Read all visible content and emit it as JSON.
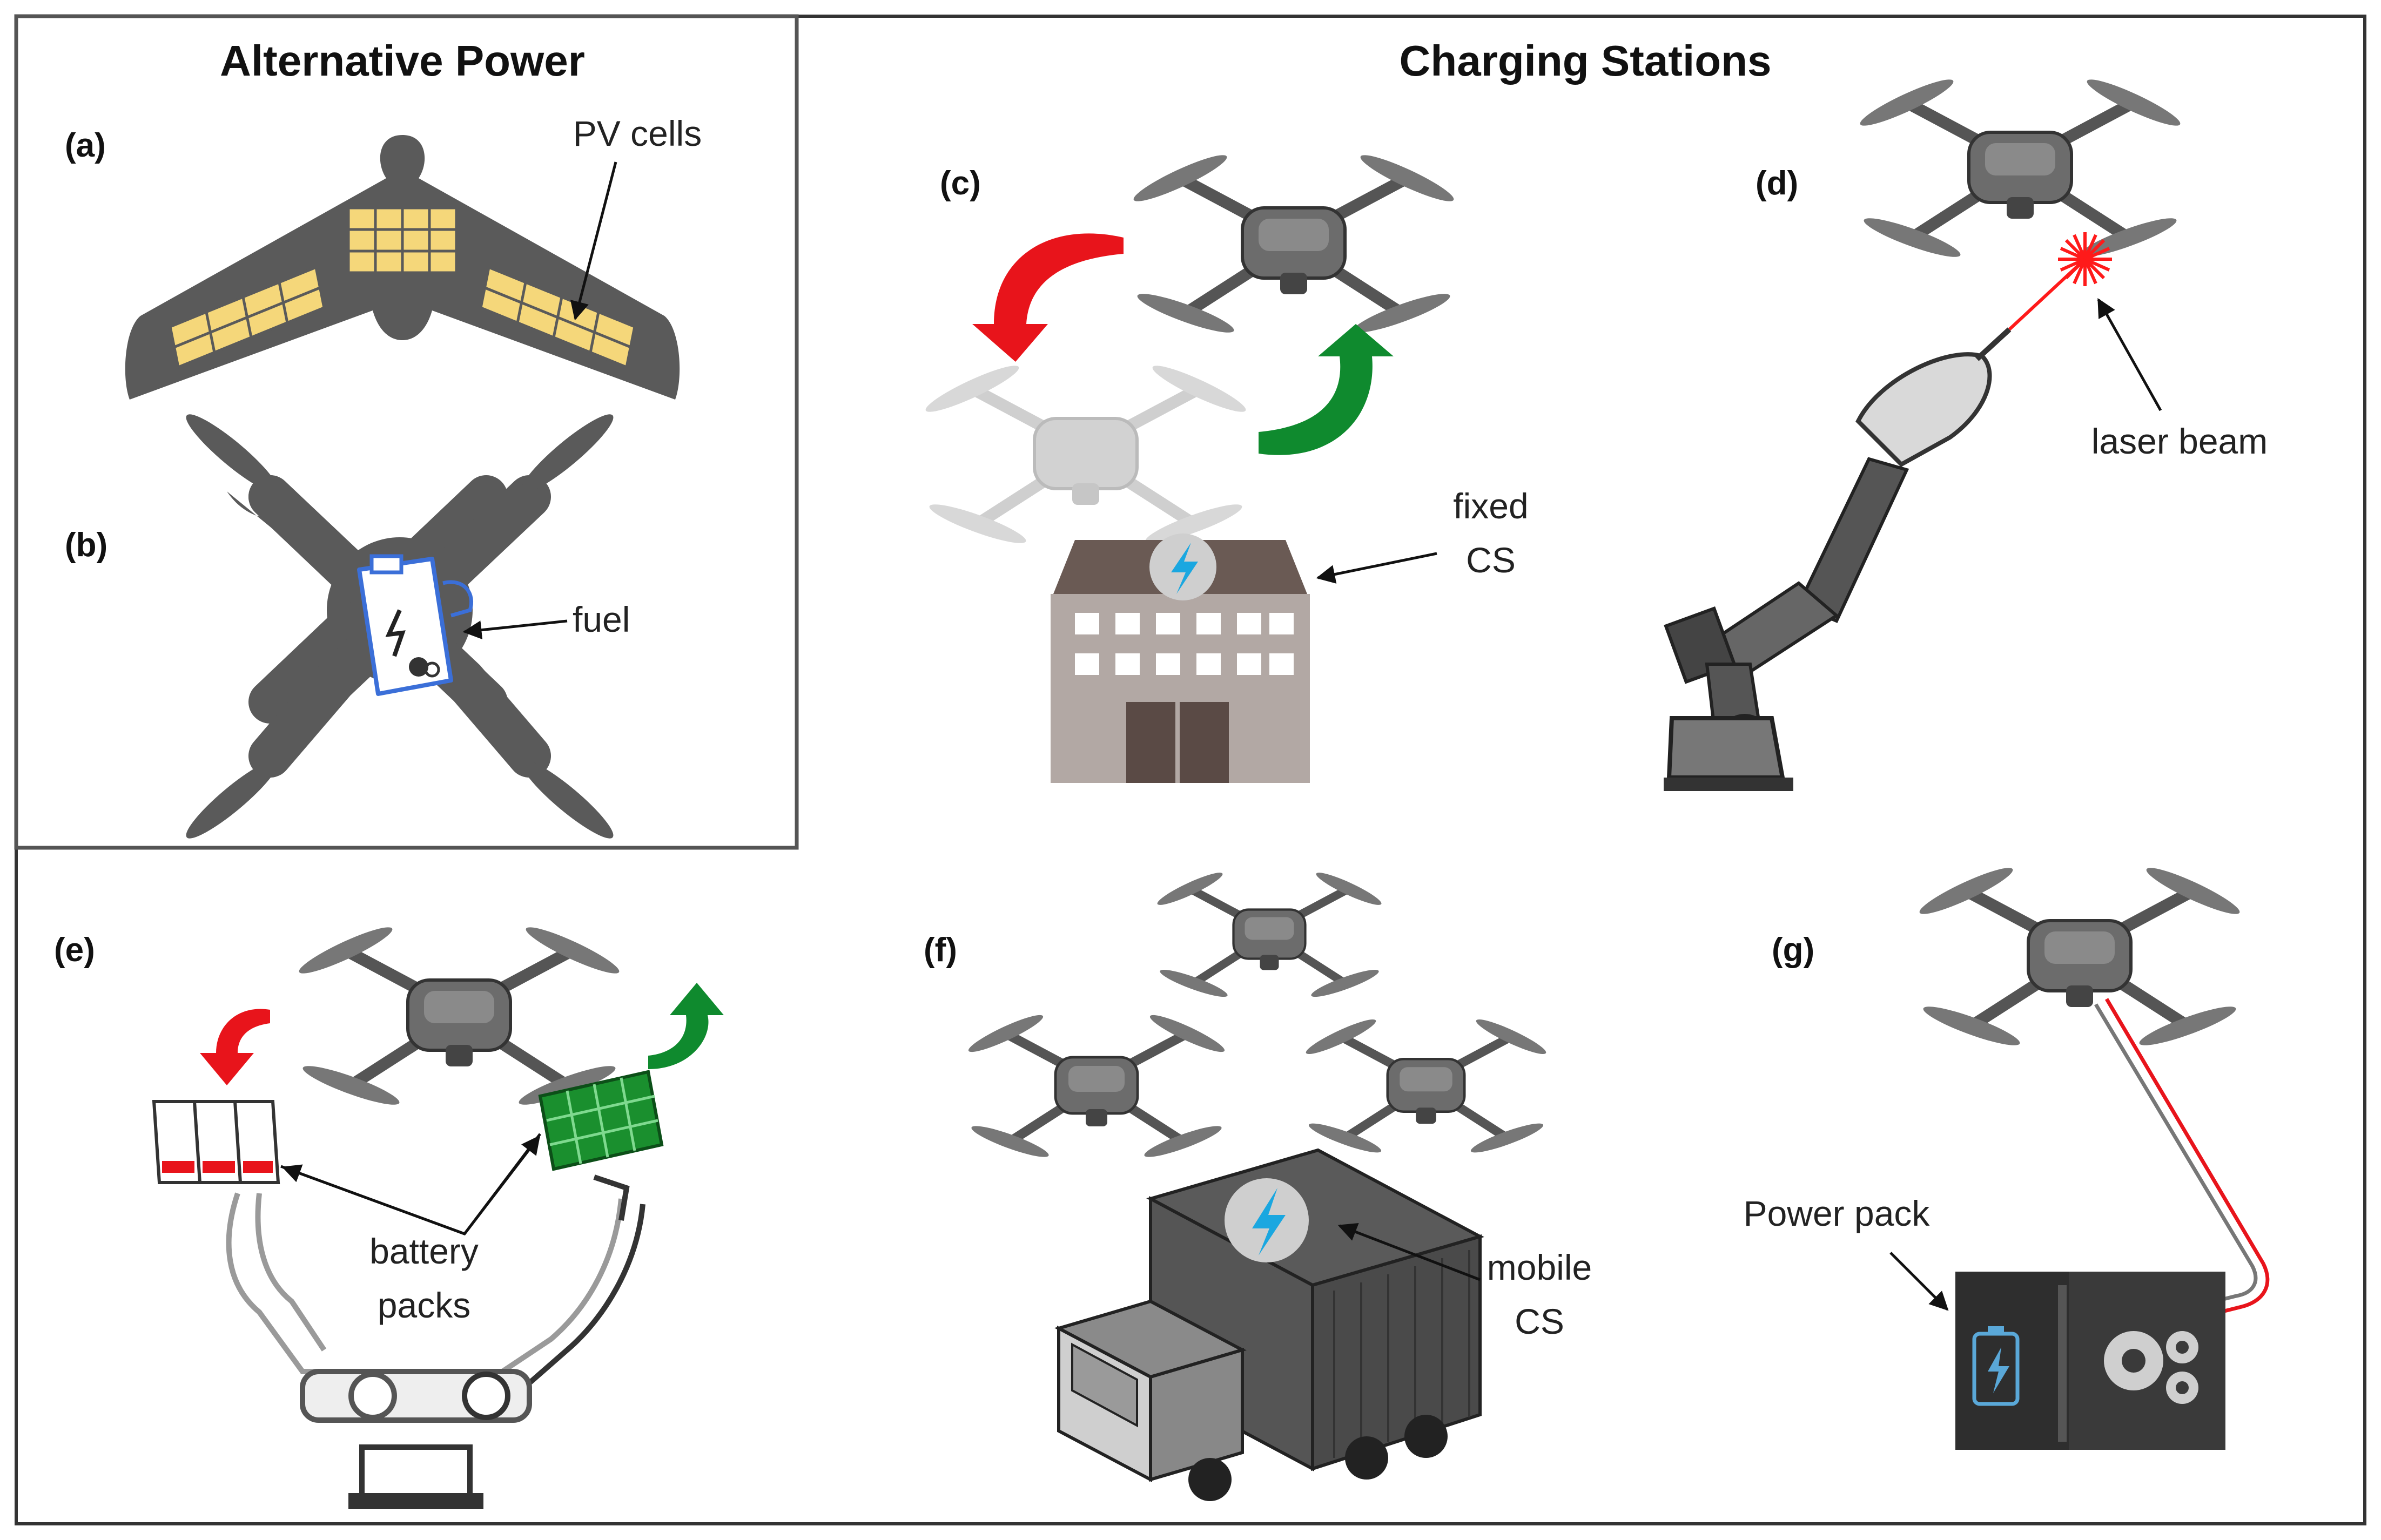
{
  "sections": {
    "alternative_power": "Alternative Power",
    "charging_stations": "Charging Stations"
  },
  "panels": {
    "a": {
      "letter": "(a)",
      "callout": "PV cells"
    },
    "b": {
      "letter": "(b)",
      "callout": "fuel"
    },
    "c": {
      "letter": "(c)",
      "callout_line1": "fixed",
      "callout_line2": "CS"
    },
    "d": {
      "letter": "(d)",
      "callout": "laser beam"
    },
    "e": {
      "letter": "(e)",
      "callout_line1": "battery",
      "callout_line2": "packs"
    },
    "f": {
      "letter": "(f)",
      "callout_line1": "mobile",
      "callout_line2": "CS"
    },
    "g": {
      "letter": "(g)",
      "callout": "Power pack"
    }
  },
  "colors": {
    "drone_body": "#5a5a5a",
    "pv_cell": "#f5d77a",
    "arrow_red": "#e8141b",
    "arrow_green": "#0f8a2e",
    "bolt_blue": "#1aa7e0",
    "building_wall": "#b2a8a4",
    "building_roof": "#6a5a54",
    "fuel_can": "#3b6fd8",
    "laser": "#ff1a1a"
  }
}
